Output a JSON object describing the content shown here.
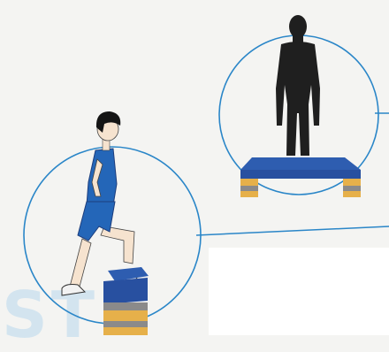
{
  "background_lettering": "ST",
  "colors": {
    "circle_stroke": "#2a86c8",
    "step_blue": "#2850a0",
    "step_blue_dark": "#1d3d7c",
    "riser_yellow": "#e6b04a",
    "riser_gray": "#8b8a8a",
    "outfit_blue": "#2466b8",
    "skin": "#f6e3cf",
    "hair": "#151515",
    "silhouette": "#1f1f1f",
    "shoe": "#f2f2f2"
  },
  "icons": [
    "step-platform",
    "person-stepping-up",
    "person-silhouette-standing"
  ]
}
